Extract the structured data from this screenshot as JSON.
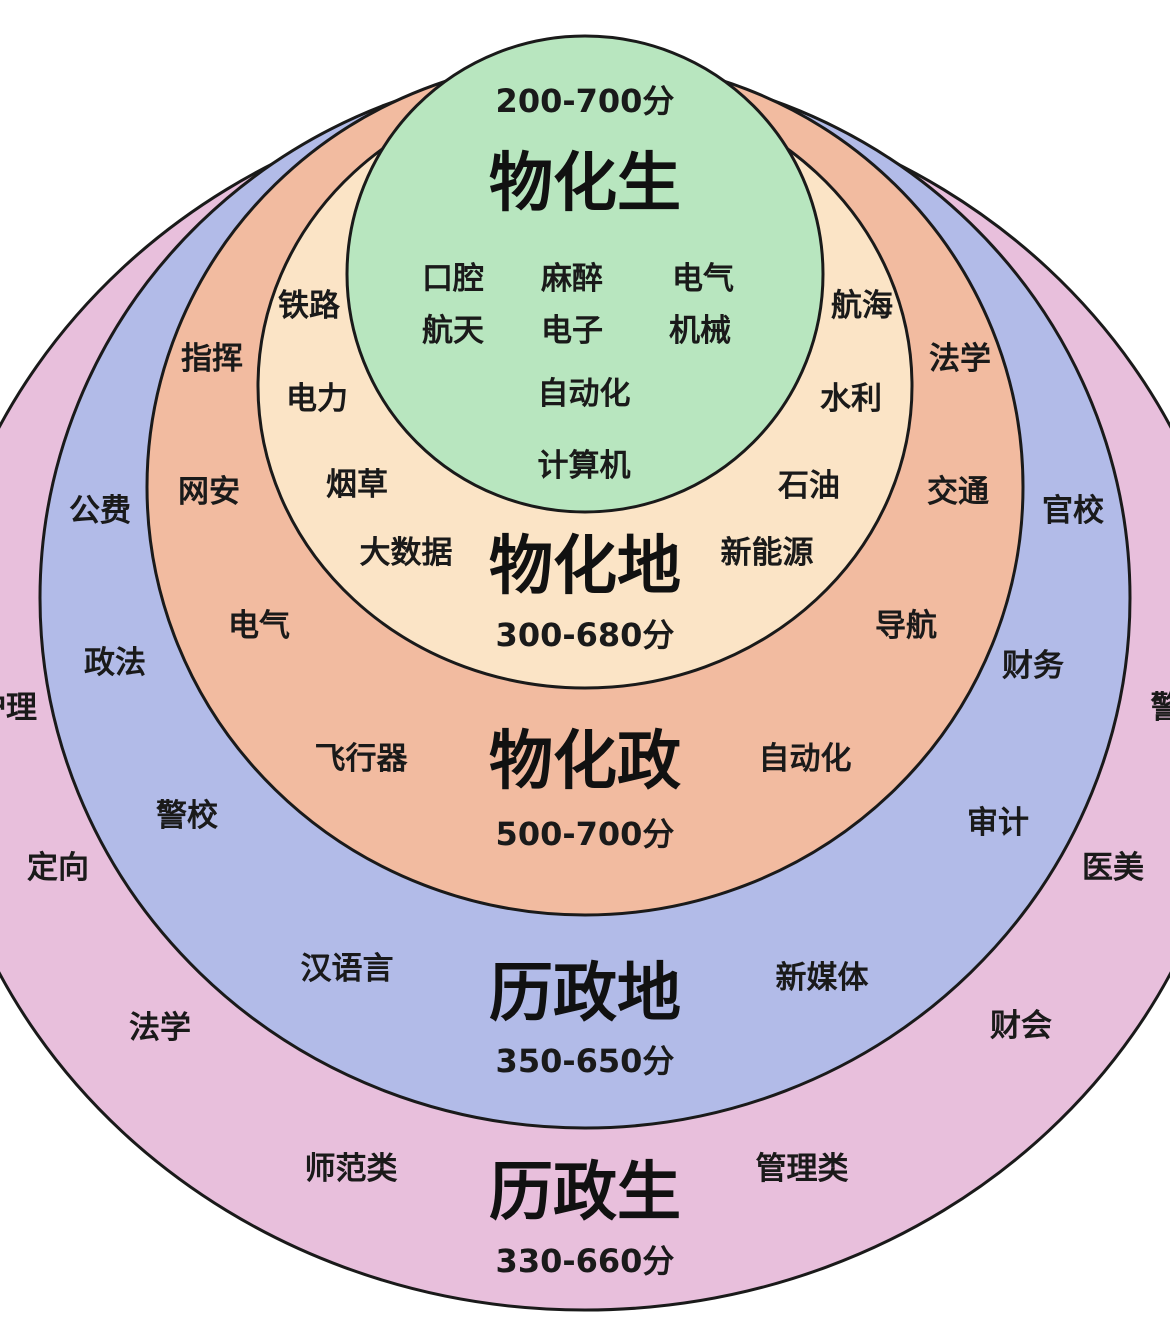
{
  "colors": {
    "outline": "#1a1a1a",
    "wuhuasheng": "#b8e6bf",
    "wuhuadi": "#fbe4c6",
    "wuhuazheng": "#f2bba0",
    "lizhengdi": "#b2bbe8",
    "lizhengsheng": "#e8bfdc"
  },
  "groups": [
    {
      "id": "wuhuasheng",
      "title": "物化生",
      "score": "200-700分",
      "majors": [
        "口腔",
        "麻醉",
        "电气",
        "航天",
        "电子",
        "机械",
        "自动化",
        "计算机"
      ]
    },
    {
      "id": "wuhuadi",
      "title": "物化地",
      "score": "300-680分",
      "majors": [
        "铁路",
        "航海",
        "电力",
        "水利",
        "烟草",
        "石油",
        "大数据",
        "新能源"
      ]
    },
    {
      "id": "wuhuazheng",
      "title": "物化政",
      "score": "500-700分",
      "majors": [
        "指挥",
        "法学",
        "网安",
        "交通",
        "电气",
        "导航",
        "飞行器",
        "自动化"
      ]
    },
    {
      "id": "lizhengdi",
      "title": "历政地",
      "score": "350-650分",
      "majors": [
        "公费",
        "官校",
        "政法",
        "财务",
        "警校",
        "审计",
        "汉语言",
        "新媒体"
      ]
    },
    {
      "id": "lizhengsheng",
      "title": "历政生",
      "score": "330-660分",
      "majors": [
        "护理",
        "警",
        "定向",
        "医美",
        "法学",
        "财会",
        "师范类",
        "管理类"
      ]
    }
  ]
}
